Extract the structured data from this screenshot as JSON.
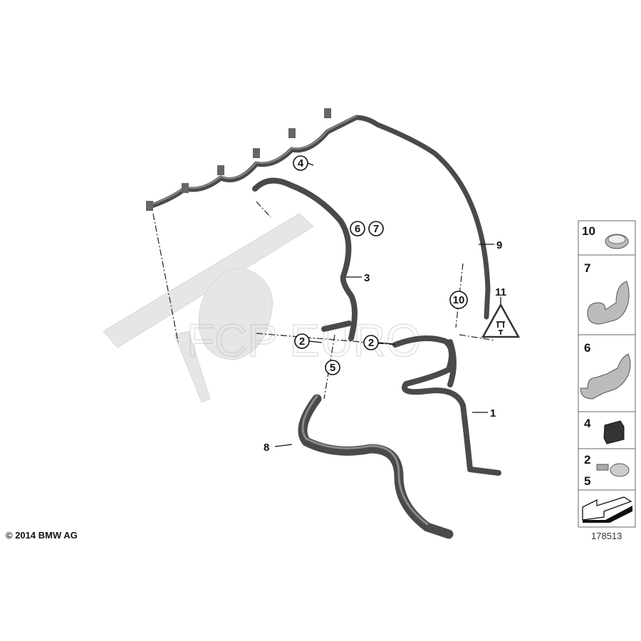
{
  "diagram": {
    "watermark": "FCP EURO",
    "copyright": "© 2014 BMW AG",
    "drawing_number": "178513",
    "callouts": {
      "c1": "1",
      "c2a": "2",
      "c2b": "2",
      "c3": "3",
      "c4": "4",
      "c5": "5",
      "c6": "6",
      "c7": "7",
      "c8": "8",
      "c9": "9",
      "c10": "10",
      "c11": "11"
    },
    "legend": {
      "cell_10": "10",
      "cell_7": "7",
      "cell_6": "6",
      "cell_4": "4",
      "cell_2": "2",
      "cell_5": "5"
    }
  }
}
